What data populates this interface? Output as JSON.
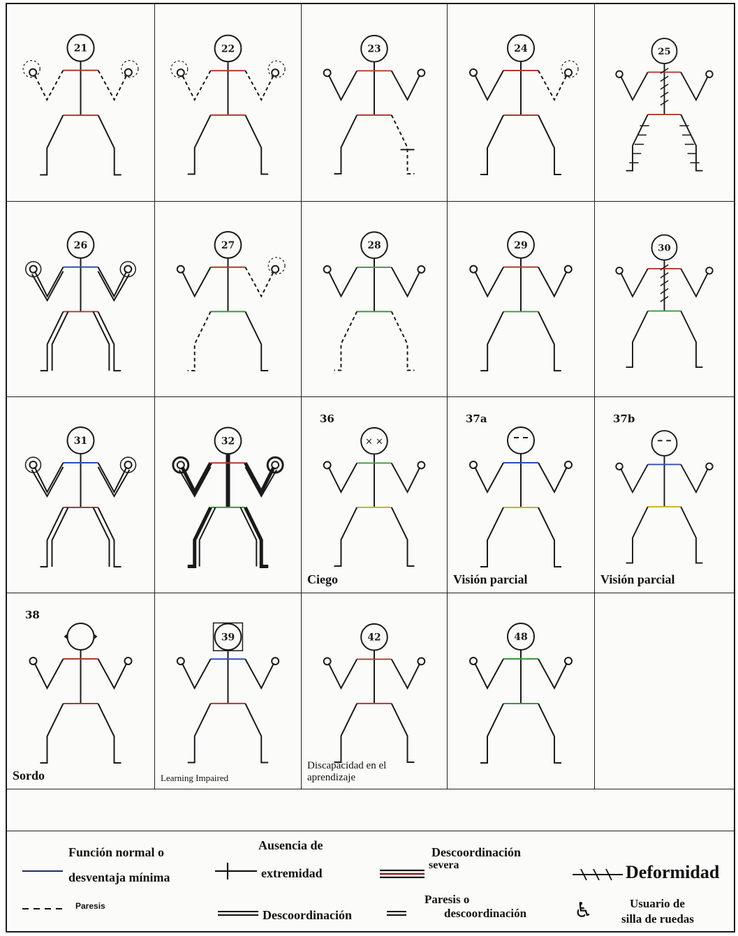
{
  "cells": [
    {
      "number": "21",
      "tag": "",
      "caption": ""
    },
    {
      "number": "22",
      "tag": "",
      "caption": ""
    },
    {
      "number": "23",
      "tag": "",
      "caption": ""
    },
    {
      "number": "24",
      "tag": "",
      "caption": ""
    },
    {
      "number": "25",
      "tag": "",
      "caption": ""
    },
    {
      "number": "26",
      "tag": "",
      "caption": ""
    },
    {
      "number": "27",
      "tag": "",
      "caption": ""
    },
    {
      "number": "28",
      "tag": "",
      "caption": ""
    },
    {
      "number": "29",
      "tag": "",
      "caption": ""
    },
    {
      "number": "30",
      "tag": "",
      "caption": ""
    },
    {
      "number": "31",
      "tag": "",
      "caption": ""
    },
    {
      "number": "32",
      "tag": "",
      "caption": ""
    },
    {
      "number": "",
      "tag": "36",
      "caption": "Ciego"
    },
    {
      "number": "",
      "tag": "37a",
      "caption": "Visión parcial"
    },
    {
      "number": "",
      "tag": "37b",
      "caption": "Visión parcial"
    },
    {
      "number": "",
      "tag": "38",
      "caption": "Sordo"
    },
    {
      "number": "39",
      "tag": "",
      "caption": "Learning Impaired"
    },
    {
      "number": "42",
      "tag": "",
      "caption": "Discapacidad en el aprendizaje"
    },
    {
      "number": "48",
      "tag": "",
      "caption": ""
    },
    {
      "number": "",
      "tag": "",
      "caption": ""
    }
  ],
  "legend": {
    "normal_line1": "Función normal o",
    "normal_line2": "desventaja mínima",
    "paresis": "Paresis",
    "absence_line1": "Ausencia de",
    "absence_line2": "extremidad",
    "incoordination": "Descoordinación",
    "severe_line1": "Descoordinación",
    "severe_line2": "severa",
    "paresis_incoord_line1": "Paresis o",
    "paresis_incoord_line2": "descoordinación",
    "deformity": "Deformidad",
    "wheelchair_line1": "Usuario de",
    "wheelchair_line2": "silla de ruedas"
  },
  "colors": {
    "outline": "#1a1a1a",
    "shoulder_red": "#b03a2e",
    "shoulder_blue": "#2e4fb0",
    "shoulder_green": "#3c9a3c",
    "shoulder_yellow": "#c9b21e"
  }
}
